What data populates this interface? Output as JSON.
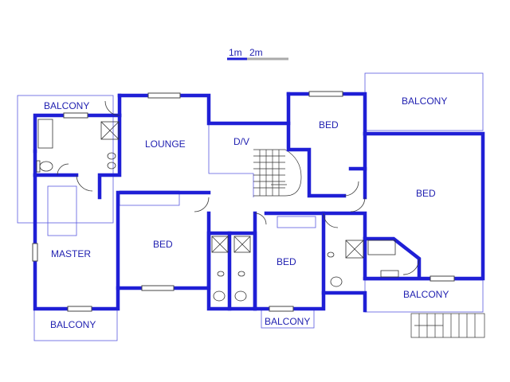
{
  "scale": {
    "m1": "1m",
    "m2": "2m"
  },
  "rooms": {
    "balcony_top_left": "BALCONY",
    "lounge": "LOUNGE",
    "dv": "D/V",
    "bed_top": "BED",
    "balcony_top_right": "BALCONY",
    "bed_right": "BED",
    "master": "MASTER",
    "bed_middle": "BED",
    "bed_center": "BED",
    "balcony_bottom_left": "BALCONY",
    "balcony_bottom_center": "BALCONY",
    "balcony_bottom_right": "BALCONY"
  },
  "colors": {
    "walls": "#1f1fd6",
    "labels": "#1f1fb0",
    "background": "#ffffff"
  }
}
